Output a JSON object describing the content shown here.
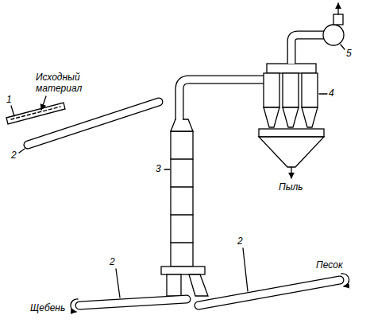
{
  "diagram": {
    "labels": [
      "Исходный материал",
      "1",
      "2",
      "3",
      "4",
      "5",
      "Пыль",
      "2",
      "2",
      "Щебень",
      "Песок"
    ]
  }
}
